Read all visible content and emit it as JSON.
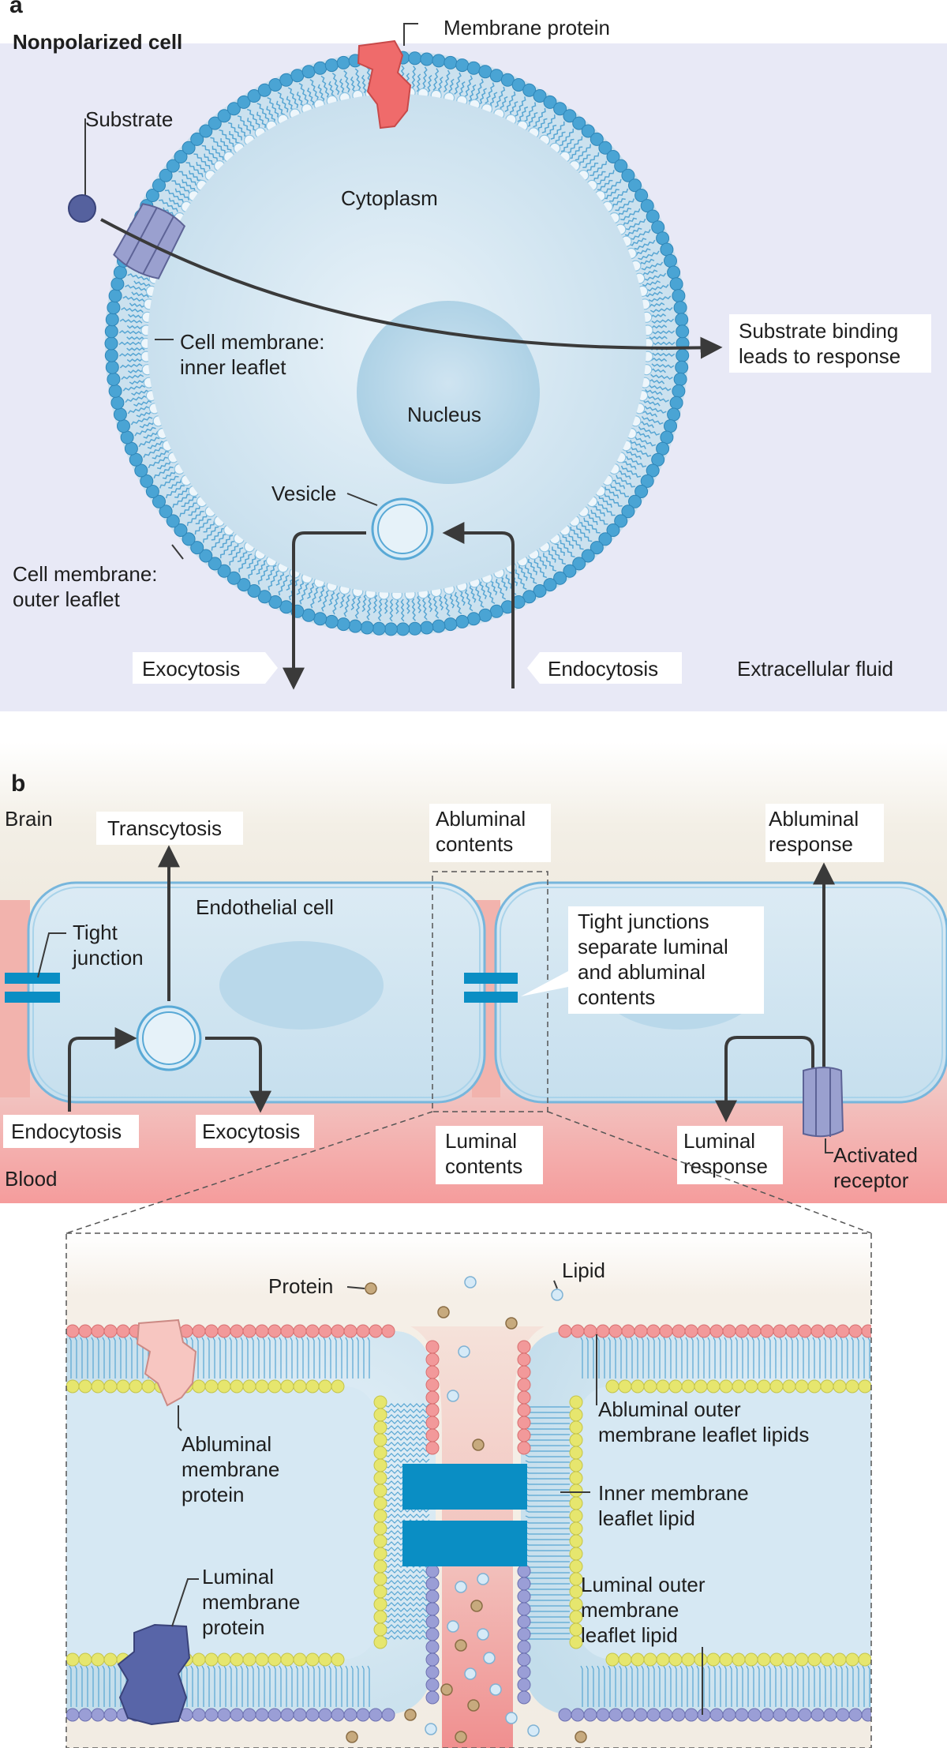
{
  "panel_a": {
    "letter": "a",
    "title": "Nonpolarized cell",
    "labels": {
      "membrane_protein": "Membrane protein",
      "substrate": "Substrate",
      "cytoplasm": "Cytoplasm",
      "substrate_response_1": "Substrate binding",
      "substrate_response_2": "leads to response",
      "inner_leaflet_1": "Cell membrane:",
      "inner_leaflet_2": "inner leaflet",
      "nucleus": "Nucleus",
      "vesicle": "Vesicle",
      "outer_leaflet_1": "Cell membrane:",
      "outer_leaflet_2": "outer leaflet",
      "exocytosis": "Exocytosis",
      "endocytosis": "Endocytosis",
      "extracellular": "Extracellular fluid"
    }
  },
  "panel_b": {
    "letter": "b",
    "labels": {
      "brain": "Brain",
      "blood": "Blood",
      "transcytosis": "Transcytosis",
      "abluminal_contents_1": "Abluminal",
      "abluminal_contents_2": "contents",
      "abluminal_response_1": "Abluminal",
      "abluminal_response_2": "response",
      "endothelial": "Endothelial cell",
      "tight_junction_1": "Tight",
      "tight_junction_2": "junction",
      "tj_note_1": "Tight junctions",
      "tj_note_2": "separate luminal",
      "tj_note_3": "and abluminal",
      "tj_note_4": "contents",
      "endocytosis": "Endocytosis",
      "exocytosis": "Exocytosis",
      "luminal_contents_1": "Luminal",
      "luminal_contents_2": "contents",
      "luminal_response_1": "Luminal",
      "luminal_response_2": "response",
      "activated_receptor_1": "Activated",
      "activated_receptor_2": "receptor"
    }
  },
  "inset": {
    "labels": {
      "protein": "Protein",
      "lipid": "Lipid",
      "abluminal_protein_1": "Abluminal",
      "abluminal_protein_2": "membrane",
      "abluminal_protein_3": "protein",
      "abluminal_outer_1": "Abluminal outer",
      "abluminal_outer_2": "membrane leaflet lipids",
      "inner_lipid_1": "Inner membrane",
      "inner_lipid_2": "leaflet lipid",
      "luminal_protein_1": "Luminal",
      "luminal_protein_2": "membrane",
      "luminal_protein_3": "protein",
      "luminal_outer_1": "Luminal outer",
      "luminal_outer_2": "membrane",
      "luminal_outer_3": "leaflet lipid"
    }
  },
  "colors": {
    "panel_bg": "#e8e9f6",
    "membrane_blue": "#4aa4d4",
    "cell_fill": "#d5e8f3",
    "junction": "#0a8ec4",
    "protein_red": "#ef6b6b",
    "blood": "#f4a3a3",
    "abluminal_head": "#f2999a",
    "inner_head": "#e6e66e",
    "luminal_head": "#9a9ed6",
    "receptor": "#9aa0cf"
  }
}
